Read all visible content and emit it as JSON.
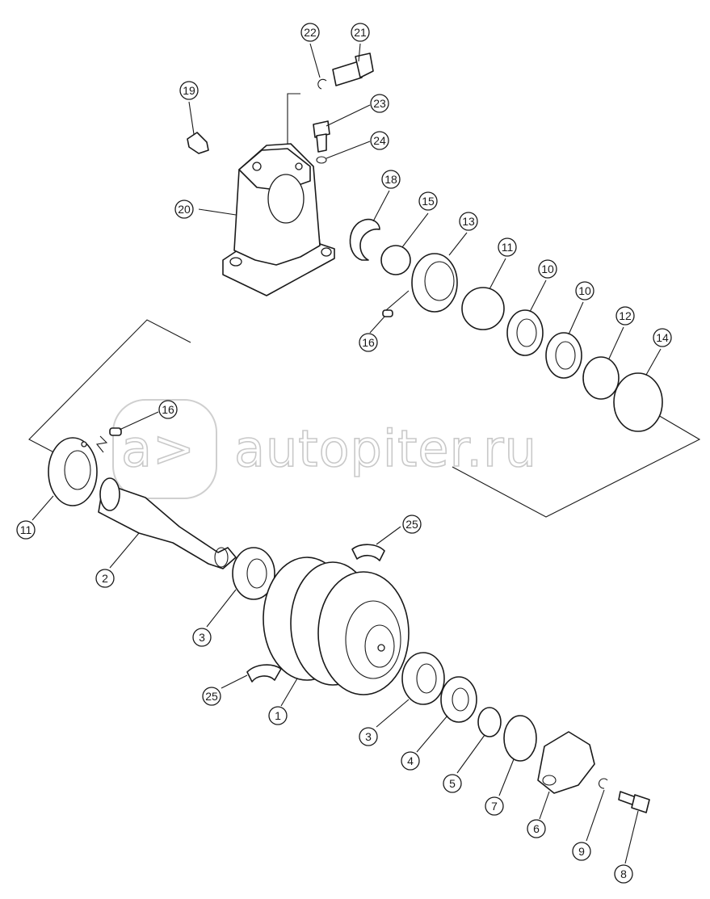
{
  "watermark": {
    "text": "autopiter.ru",
    "logo_text": "a>"
  },
  "callouts": [
    {
      "id": "c1",
      "label": "1"
    },
    {
      "id": "c2",
      "label": "2"
    },
    {
      "id": "c3a",
      "label": "3"
    },
    {
      "id": "c3b",
      "label": "3"
    },
    {
      "id": "c4",
      "label": "4"
    },
    {
      "id": "c5",
      "label": "5"
    },
    {
      "id": "c6",
      "label": "6"
    },
    {
      "id": "c7",
      "label": "7"
    },
    {
      "id": "c8",
      "label": "8"
    },
    {
      "id": "c9",
      "label": "9"
    },
    {
      "id": "c10a",
      "label": "10"
    },
    {
      "id": "c10b",
      "label": "10"
    },
    {
      "id": "c11a",
      "label": "11"
    },
    {
      "id": "c11b",
      "label": "11"
    },
    {
      "id": "c12",
      "label": "12"
    },
    {
      "id": "c13",
      "label": "13"
    },
    {
      "id": "c14",
      "label": "14"
    },
    {
      "id": "c15",
      "label": "15"
    },
    {
      "id": "c16a",
      "label": "16"
    },
    {
      "id": "c16b",
      "label": "16"
    },
    {
      "id": "c18",
      "label": "18"
    },
    {
      "id": "c19",
      "label": "19"
    },
    {
      "id": "c20",
      "label": "20"
    },
    {
      "id": "c21",
      "label": "21"
    },
    {
      "id": "c22",
      "label": "22"
    },
    {
      "id": "c23",
      "label": "23"
    },
    {
      "id": "c24",
      "label": "24"
    },
    {
      "id": "c25a",
      "label": "25"
    },
    {
      "id": "c25b",
      "label": "25"
    }
  ]
}
